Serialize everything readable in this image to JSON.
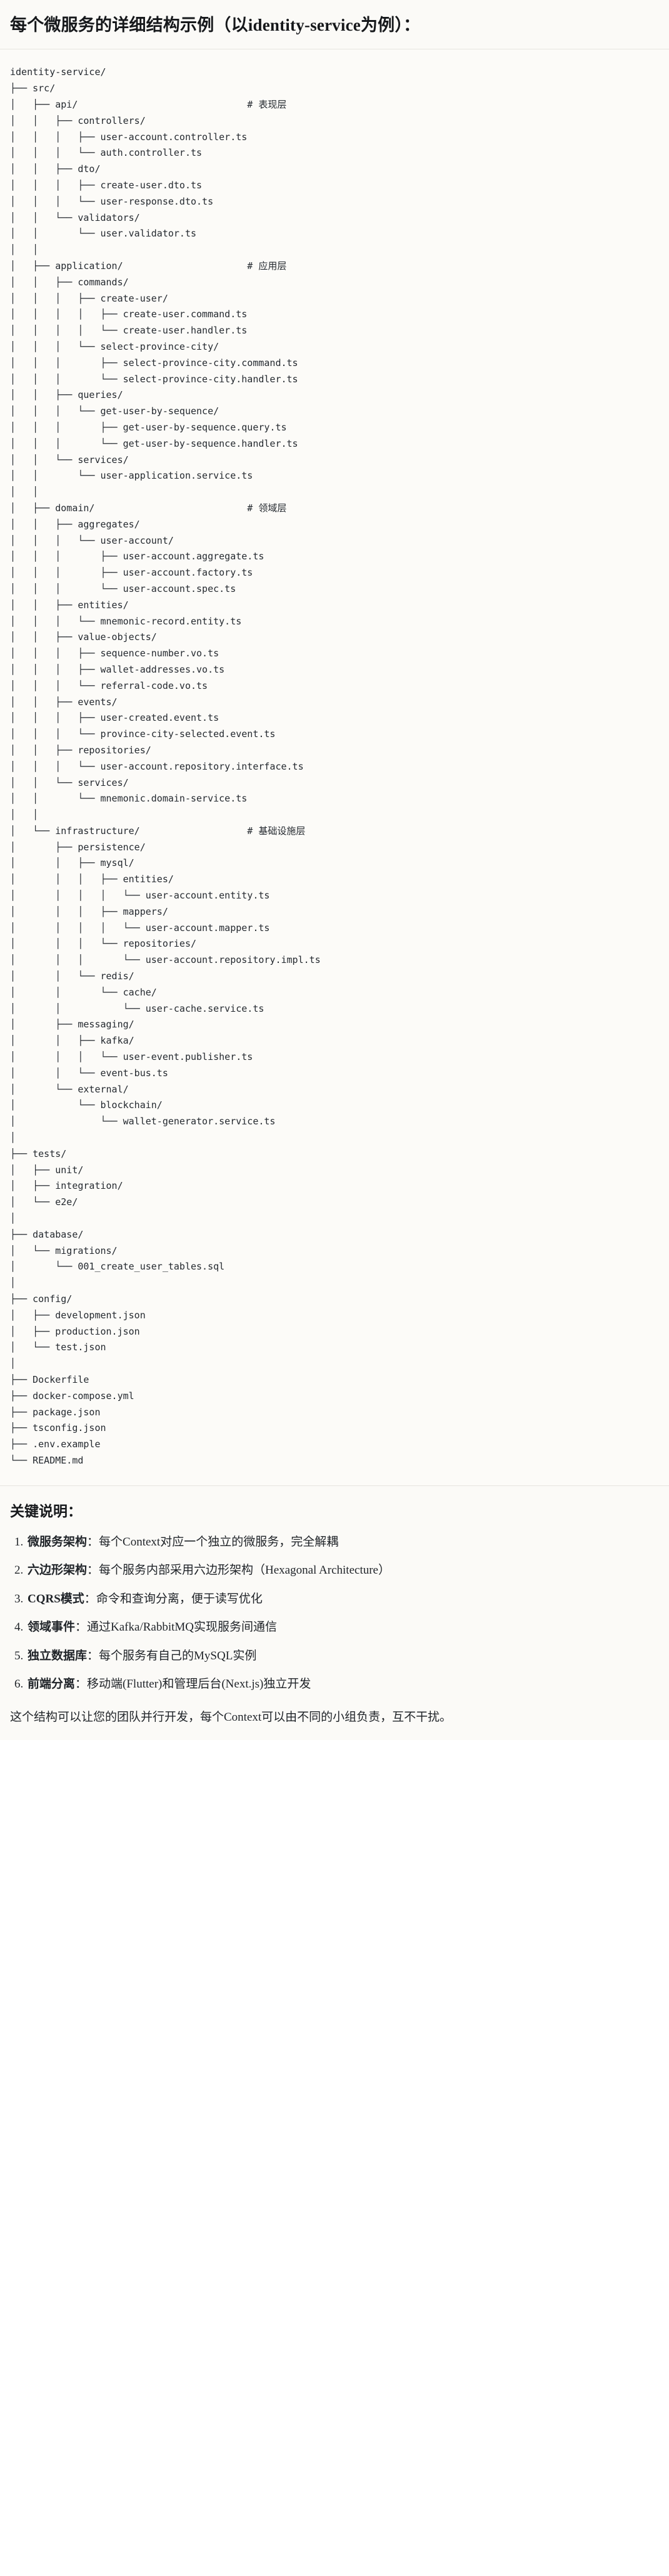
{
  "header": {
    "title": "每个微服务的详细结构示例（以identity-service为例）："
  },
  "tree": {
    "root": "identity-service/",
    "comments": {
      "api": "# 表现层",
      "application": "# 应用层",
      "domain": "# 领域层",
      "infrastructure": "# 基础设施层"
    },
    "text": "identity-service/\n├── src/\n│   ├── api/                              # 表现层\n│   │   ├── controllers/\n│   │   │   ├── user-account.controller.ts\n│   │   │   └── auth.controller.ts\n│   │   ├── dto/\n│   │   │   ├── create-user.dto.ts\n│   │   │   └── user-response.dto.ts\n│   │   └── validators/\n│   │       └── user.validator.ts\n│   │\n│   ├── application/                      # 应用层\n│   │   ├── commands/\n│   │   │   ├── create-user/\n│   │   │   │   ├── create-user.command.ts\n│   │   │   │   └── create-user.handler.ts\n│   │   │   └── select-province-city/\n│   │   │       ├── select-province-city.command.ts\n│   │   │       └── select-province-city.handler.ts\n│   │   ├── queries/\n│   │   │   └── get-user-by-sequence/\n│   │   │       ├── get-user-by-sequence.query.ts\n│   │   │       └── get-user-by-sequence.handler.ts\n│   │   └── services/\n│   │       └── user-application.service.ts\n│   │\n│   ├── domain/                           # 领域层\n│   │   ├── aggregates/\n│   │   │   └── user-account/\n│   │   │       ├── user-account.aggregate.ts\n│   │   │       ├── user-account.factory.ts\n│   │   │       └── user-account.spec.ts\n│   │   ├── entities/\n│   │   │   └── mnemonic-record.entity.ts\n│   │   ├── value-objects/\n│   │   │   ├── sequence-number.vo.ts\n│   │   │   ├── wallet-addresses.vo.ts\n│   │   │   └── referral-code.vo.ts\n│   │   ├── events/\n│   │   │   ├── user-created.event.ts\n│   │   │   └── province-city-selected.event.ts\n│   │   ├── repositories/\n│   │   │   └── user-account.repository.interface.ts\n│   │   └── services/\n│   │       └── mnemonic.domain-service.ts\n│   │\n│   └── infrastructure/                   # 基础设施层\n│       ├── persistence/\n│       │   ├── mysql/\n│       │   │   ├── entities/\n│       │   │   │   └── user-account.entity.ts\n│       │   │   ├── mappers/\n│       │   │   │   └── user-account.mapper.ts\n│       │   │   └── repositories/\n│       │   │       └── user-account.repository.impl.ts\n│       │   └── redis/\n│       │       └── cache/\n│       │           └── user-cache.service.ts\n│       ├── messaging/\n│       │   ├── kafka/\n│       │   │   └── user-event.publisher.ts\n│       │   └── event-bus.ts\n│       └── external/\n│           └── blockchain/\n│               └── wallet-generator.service.ts\n│\n├── tests/\n│   ├── unit/\n│   ├── integration/\n│   └── e2e/\n│\n├── database/\n│   └── migrations/\n│       └── 001_create_user_tables.sql\n│\n├── config/\n│   ├── development.json\n│   ├── production.json\n│   └── test.json\n│\n├── Dockerfile\n├── docker-compose.yml\n├── package.json\n├── tsconfig.json\n├── .env.example\n└── README.md"
  },
  "notes": {
    "title": "关键说明：",
    "items": [
      {
        "key": "微服务架构",
        "sep": "：",
        "body": "每个Context对应一个独立的微服务，完全解耦"
      },
      {
        "key": "六边形架构",
        "sep": "：",
        "body": "每个服务内部采用六边形架构（Hexagonal Architecture）"
      },
      {
        "key": "CQRS模式",
        "sep": "：",
        "body": "命令和查询分离，便于读写优化"
      },
      {
        "key": "领域事件",
        "sep": "：",
        "body": "通过Kafka/RabbitMQ实现服务间通信"
      },
      {
        "key": "独立数据库",
        "sep": "：",
        "body": "每个服务有自己的MySQL实例"
      },
      {
        "key": "前端分离",
        "sep": "：",
        "body": "移动端(Flutter)和管理后台(Next.js)独立开发"
      }
    ],
    "closing": "这个结构可以让您的团队并行开发，每个Context可以由不同的小组负责，互不干扰。"
  }
}
